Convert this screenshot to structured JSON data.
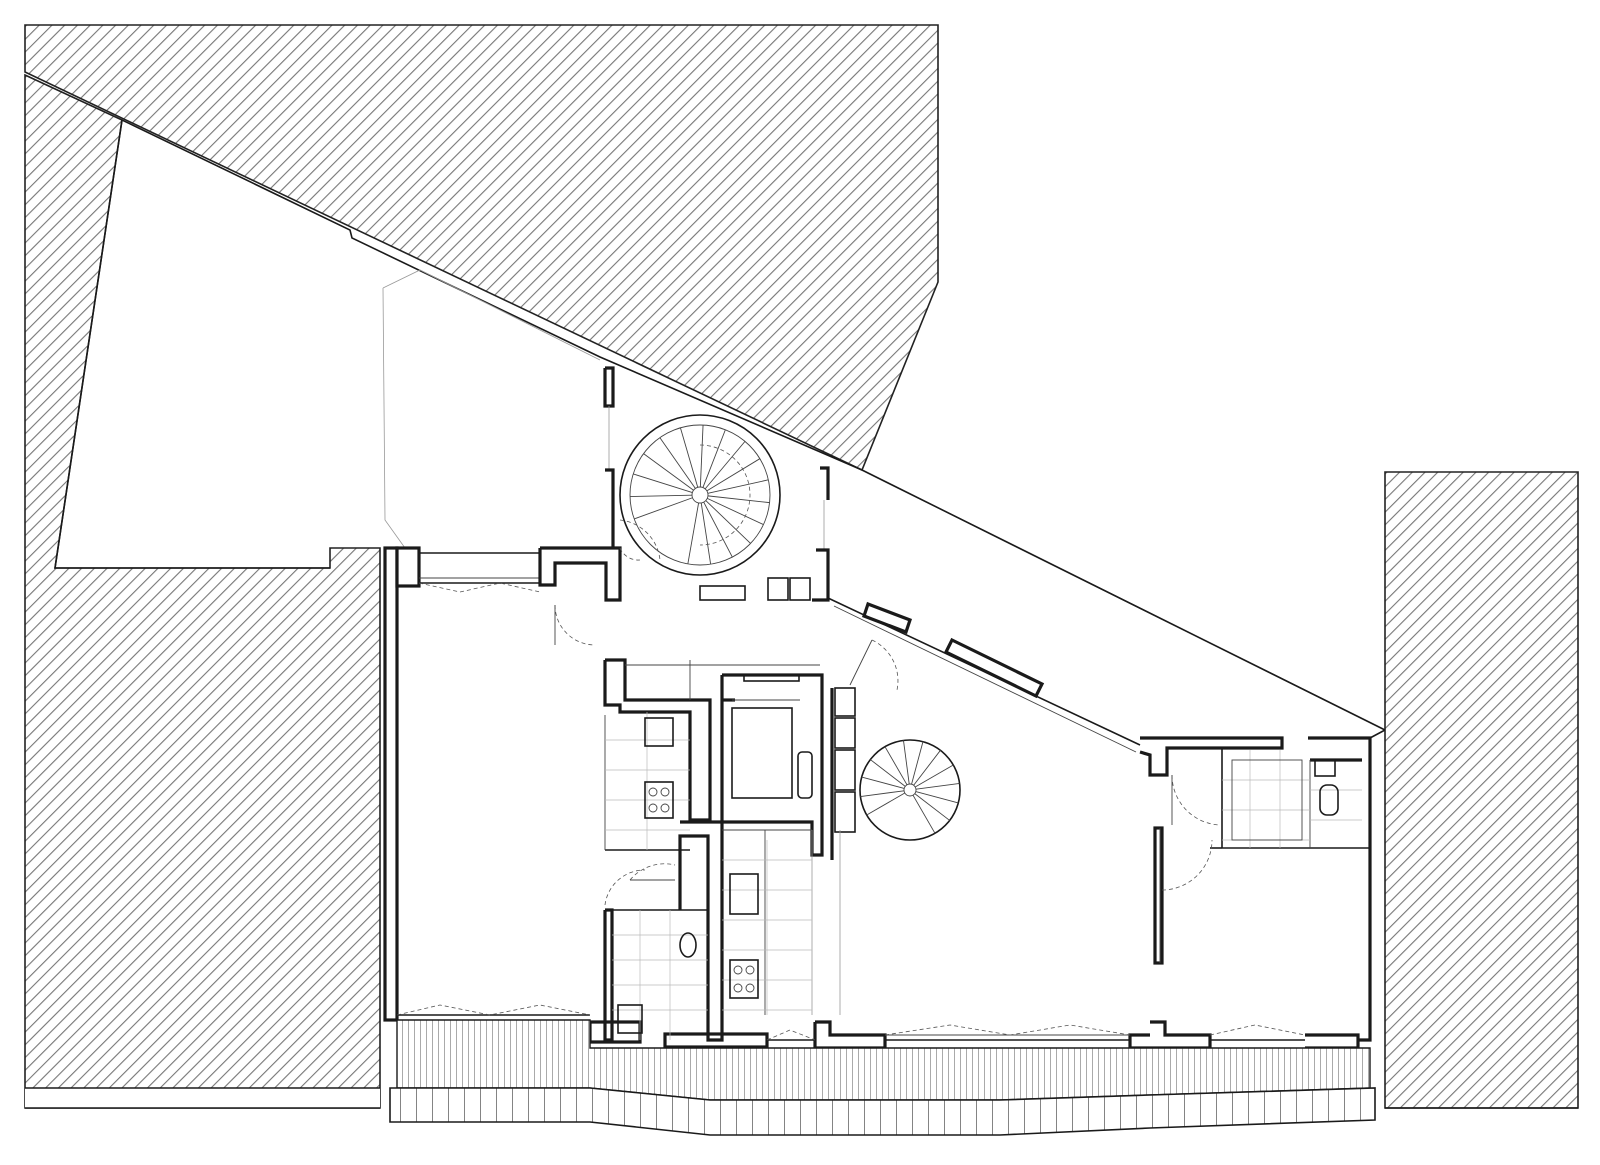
{
  "drawing": {
    "type": "architectural-floor-plan",
    "colors": {
      "line": "#1a1a1a",
      "hatch": "#777777",
      "background": "#ffffff"
    },
    "elements": [
      "neighbour-building-hatched",
      "spiral-staircase",
      "kitchen-counter",
      "bathroom",
      "terrace-decking",
      "doors",
      "windows"
    ]
  }
}
